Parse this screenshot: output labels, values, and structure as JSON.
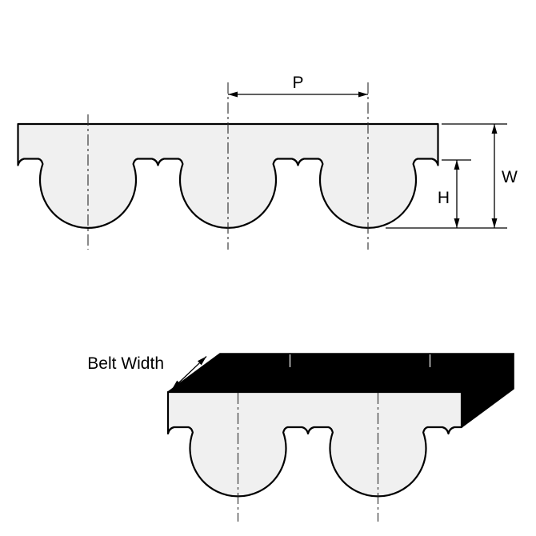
{
  "figure": {
    "labels": {
      "pitch": "P",
      "width": "W",
      "height": "H",
      "belt_width": "Belt Width"
    },
    "colors": {
      "background": "#ffffff",
      "outline": "#000000",
      "belt_fill": "#f0f0f0",
      "solid_face": "#000000"
    }
  }
}
